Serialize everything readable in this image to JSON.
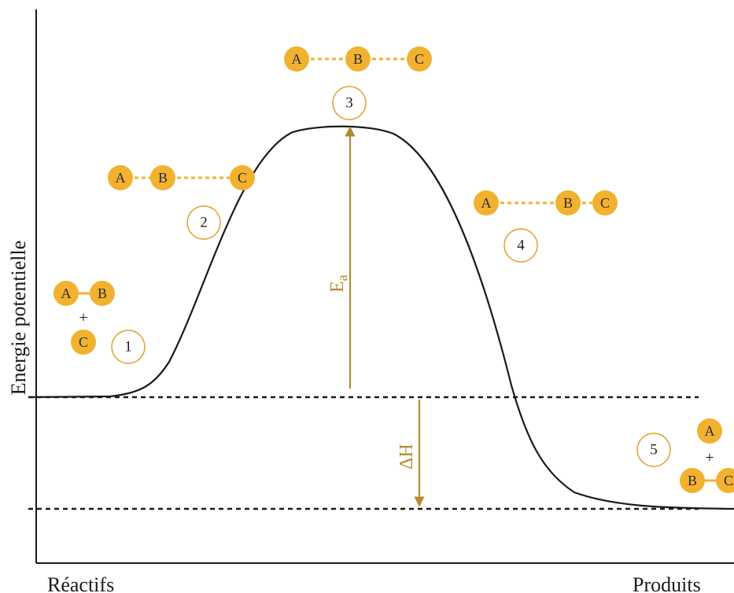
{
  "axes": {
    "y_label": "Energie potentielle",
    "x_left_label": "Réactifs",
    "x_right_label": "Produits"
  },
  "arrows": {
    "activation_label": "E",
    "activation_subscript": "a",
    "enthalpy_label": "ΔH"
  },
  "steps": [
    "1",
    "2",
    "3",
    "4",
    "5"
  ],
  "plus_sign": "+",
  "atoms": {
    "a": "A",
    "b": "B",
    "c": "C"
  },
  "colors": {
    "atom": "#f2b12f",
    "arrow": "#b38a2e",
    "curve": "#1a1a1a"
  }
}
